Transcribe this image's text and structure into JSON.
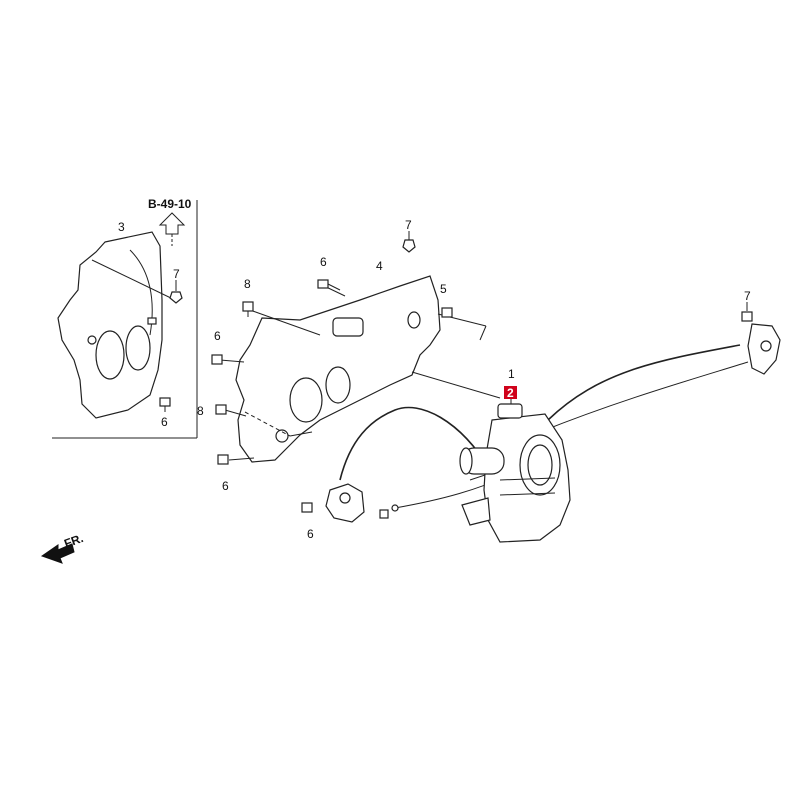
{
  "diagram": {
    "reference": "B-49-10",
    "front_marker": "FR.",
    "highlight_color": "#d0021b",
    "callouts": {
      "p1": "1",
      "p2": "2",
      "p3": "3",
      "p4": "4",
      "p5": "5",
      "p6a": "6",
      "p6b": "6",
      "p6c": "6",
      "p6d": "6",
      "p6e": "6",
      "p7a": "7",
      "p7b": "7",
      "p7c": "7",
      "p8a": "8",
      "p8b": "8"
    }
  }
}
